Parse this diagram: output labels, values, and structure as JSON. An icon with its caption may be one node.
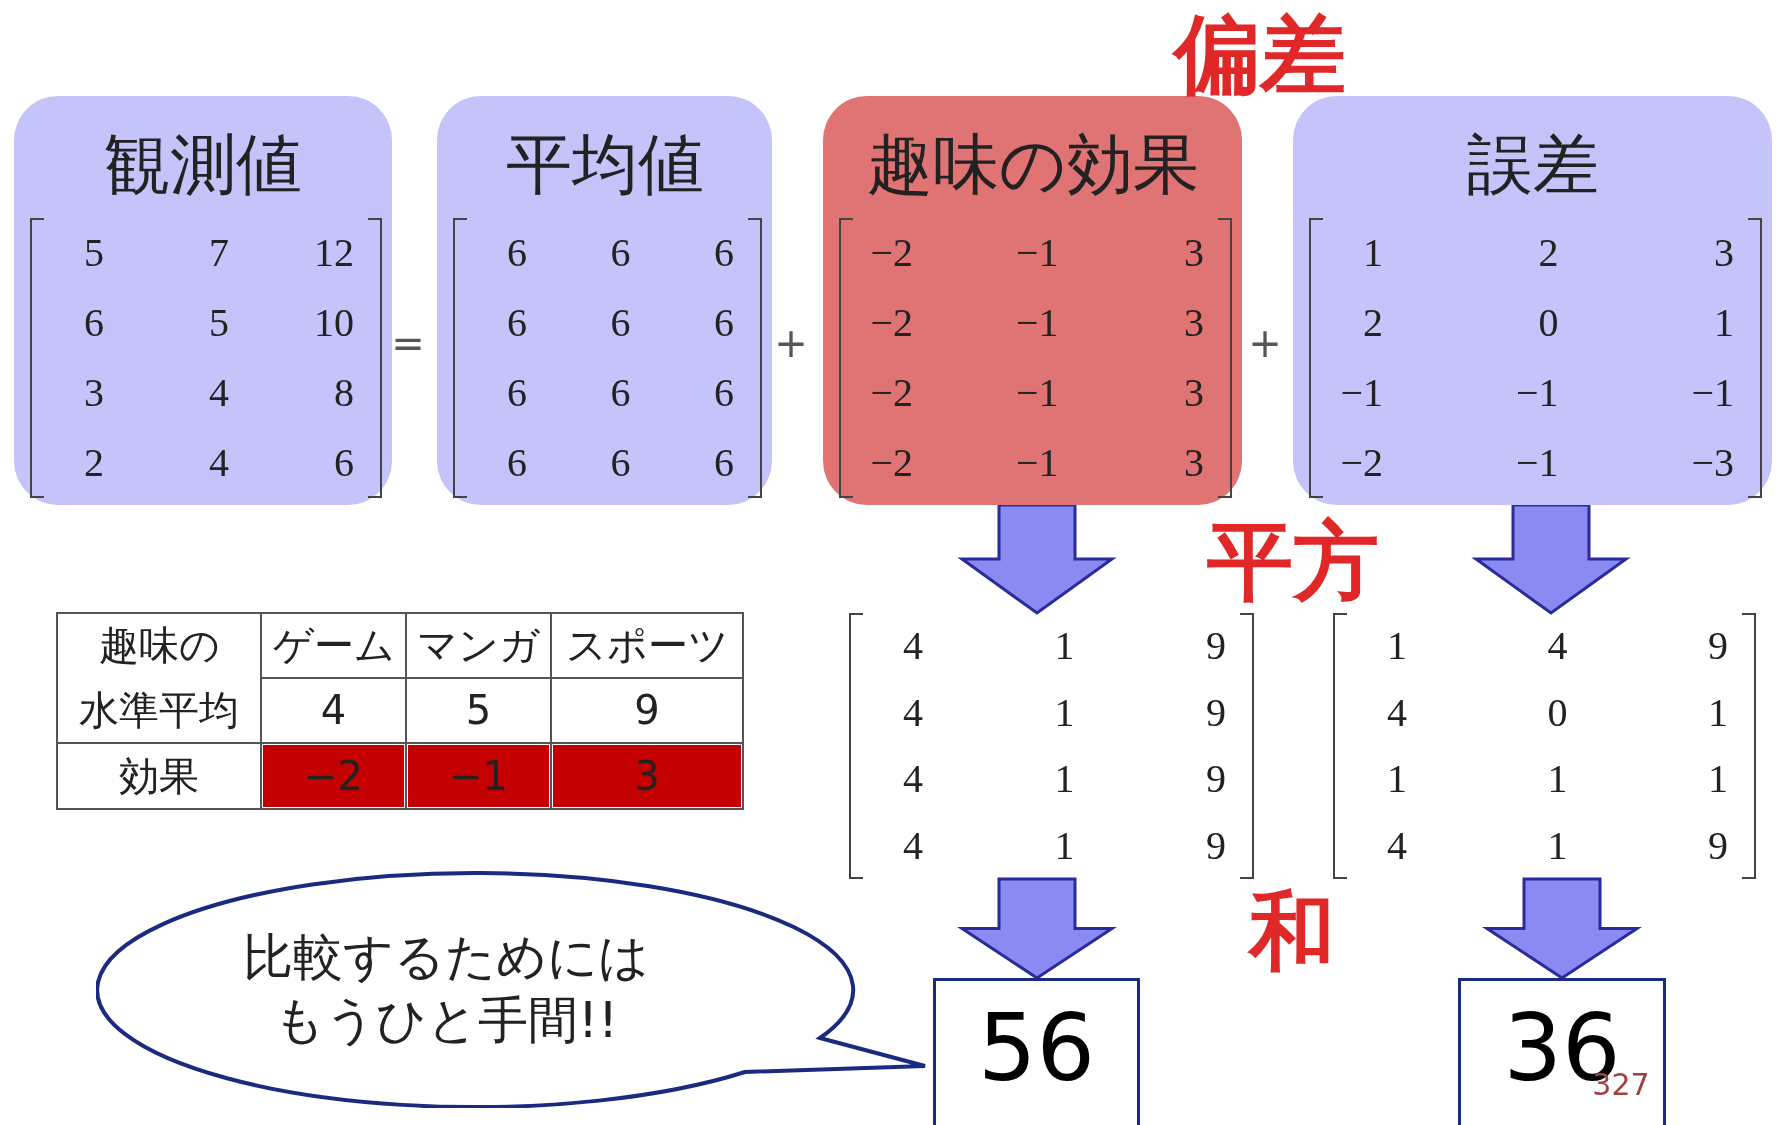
{
  "diagram": {
    "nodes": [
      {
        "text": [
          "観測値",
          "5 7 12",
          "6 5 10",
          "3 4 8",
          "2 4 6"
        ]
      },
      {
        "text": [
          "平均値",
          "6 6 6",
          "6 6 6",
          "6 6 6",
          "6 6 6"
        ]
      },
      {
        "text": [
          "趣味の効果",
          "−2 −1 3",
          "−2 −1 3",
          "−2 −1 3",
          "−2 −1 3"
        ]
      },
      {
        "text": [
          "誤差",
          "1 2 3",
          "2 0 1",
          "−1 −1 −1",
          "−2 −1 −3"
        ]
      },
      {
        "text": [
          "4 1 9",
          "4 1 9",
          "4 1 9",
          "4 1 9"
        ]
      },
      {
        "text": [
          "1 4 9",
          "4 0 1",
          "1 1 1",
          "4 1 9"
        ]
      },
      {
        "text": [
          "56"
        ]
      },
      {
        "text": [
          "36"
        ]
      },
      {
        "text": [
          "比較するためにはもうひと手間!!"
        ]
      }
    ],
    "edges": [
      {
        "from": 2,
        "to": 4,
        "arrow": "to"
      },
      {
        "from": 3,
        "to": 5,
        "arrow": "to"
      },
      {
        "from": 4,
        "to": 6,
        "arrow": "to"
      },
      {
        "from": 5,
        "to": 7,
        "arrow": "to"
      }
    ],
    "labels": [
      "偏差",
      "=",
      "+",
      "+",
      "平方",
      "趣味の",
      "ゲーム",
      "マンガ",
      "スポーツ",
      "水準平均",
      "4",
      "5",
      "9",
      "効果",
      "−2",
      "−1",
      "3",
      "和",
      "327"
    ]
  }
}
